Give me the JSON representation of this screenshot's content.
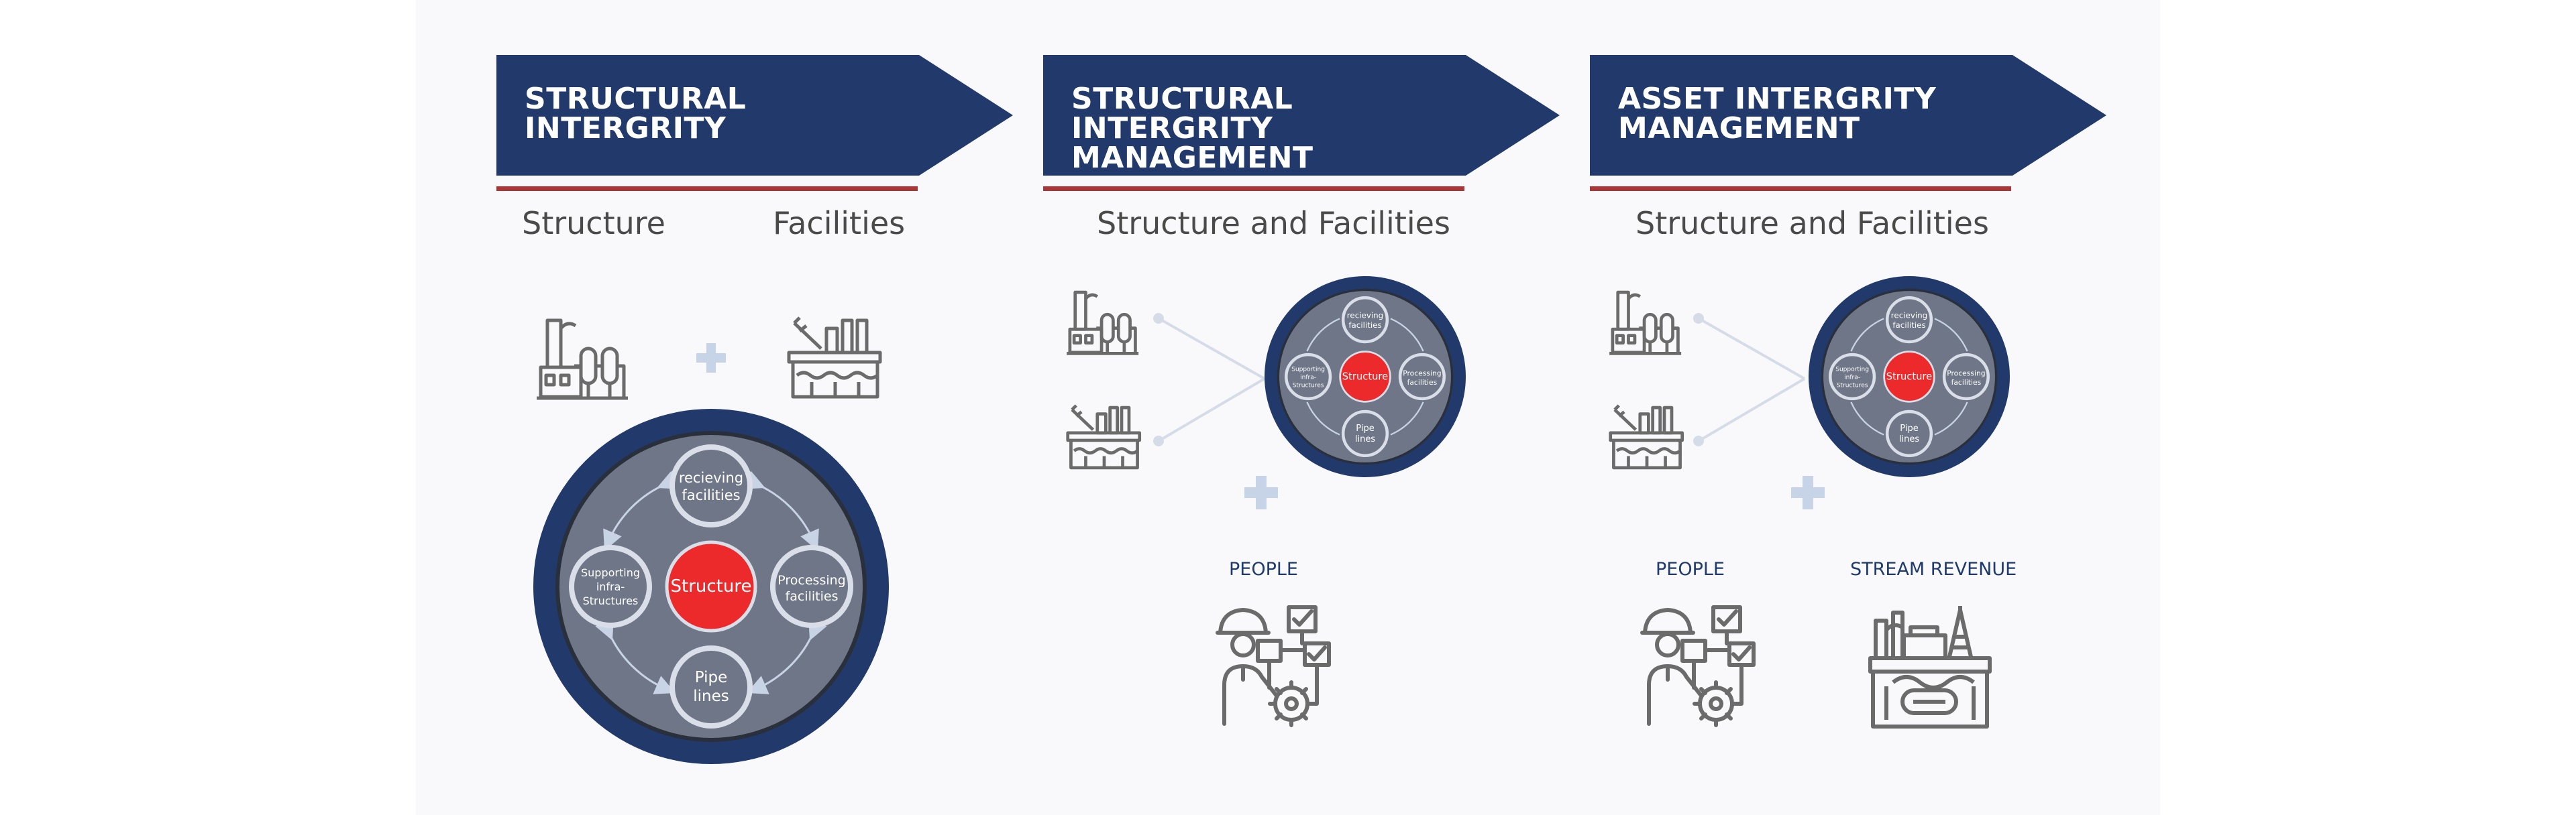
{
  "columns": [
    {
      "title_line1": "STRUCTURAL",
      "title_line2": "INTERGRITY",
      "subtitle_left": "Structure",
      "subtitle_right": "Facilities"
    },
    {
      "title_line1": "STRUCTURAL",
      "title_line2": "INTERGRITY MANAGEMENT",
      "subtitle": "Structure and Facilities",
      "people_label": "PEOPLE"
    },
    {
      "title_line1": "ASSET INTERGRITY",
      "title_line2": "MANAGEMENT",
      "subtitle": "Structure and Facilities",
      "people_label": "PEOPLE",
      "revenue_label": "STREAM REVENUE"
    }
  ],
  "diagram": {
    "center": "Structure",
    "top": "recieving facilities",
    "right": "Processing facilities",
    "bottom": "Pipe lines",
    "left": "Supporting infra-Structures"
  },
  "colors": {
    "banner": "#213a6b",
    "rule": "#a93737",
    "outer_ring": "#213a6b",
    "inner_disc": "#6e7687",
    "center_node": "#ec2a2b",
    "node_fill": "#6e7687",
    "icon_stroke": "#6b6b6b",
    "plus": "#c7d3e6"
  },
  "icons": [
    "factory-icon",
    "offshore-facility-icon",
    "plus-icon",
    "worker-checklist-icon",
    "revenue-plant-icon"
  ]
}
